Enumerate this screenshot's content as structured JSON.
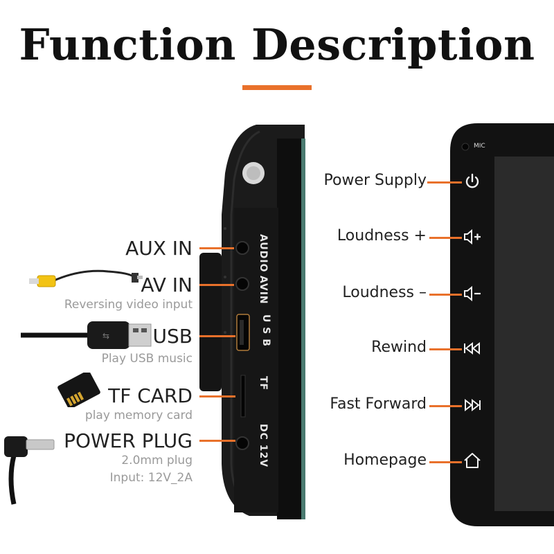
{
  "title": "Function Description",
  "colors": {
    "accent": "#e9712b",
    "device": "#121212",
    "bezel_edge": "#4a7a70"
  },
  "left_features": [
    {
      "label": "AUX IN",
      "sub": []
    },
    {
      "label": "AV IN",
      "sub": [
        "Reversing video input"
      ]
    },
    {
      "label": "USB",
      "sub": [
        "Play USB music"
      ]
    },
    {
      "label": "TF CARD",
      "sub": [
        "play memory card"
      ]
    },
    {
      "label": "POWER PLUG",
      "sub": [
        "2.0mm plug",
        "Input: 12V_2A"
      ]
    }
  ],
  "device_labels": {
    "audio": "AUDIO",
    "avin": "AVIN",
    "usb": "U S B",
    "tf": "TF",
    "dc": "DC 12V"
  },
  "right_buttons": [
    {
      "label": "Power Supply",
      "icon": "power-icon"
    },
    {
      "label": "Loudness +",
      "icon": "volume-up-icon"
    },
    {
      "label": "Loudness –",
      "icon": "volume-down-icon"
    },
    {
      "label": "Rewind",
      "icon": "rewind-icon"
    },
    {
      "label": "Fast Forward",
      "icon": "fast-forward-icon"
    },
    {
      "label": "Homepage",
      "icon": "home-icon"
    }
  ],
  "mic_label": "MIC"
}
